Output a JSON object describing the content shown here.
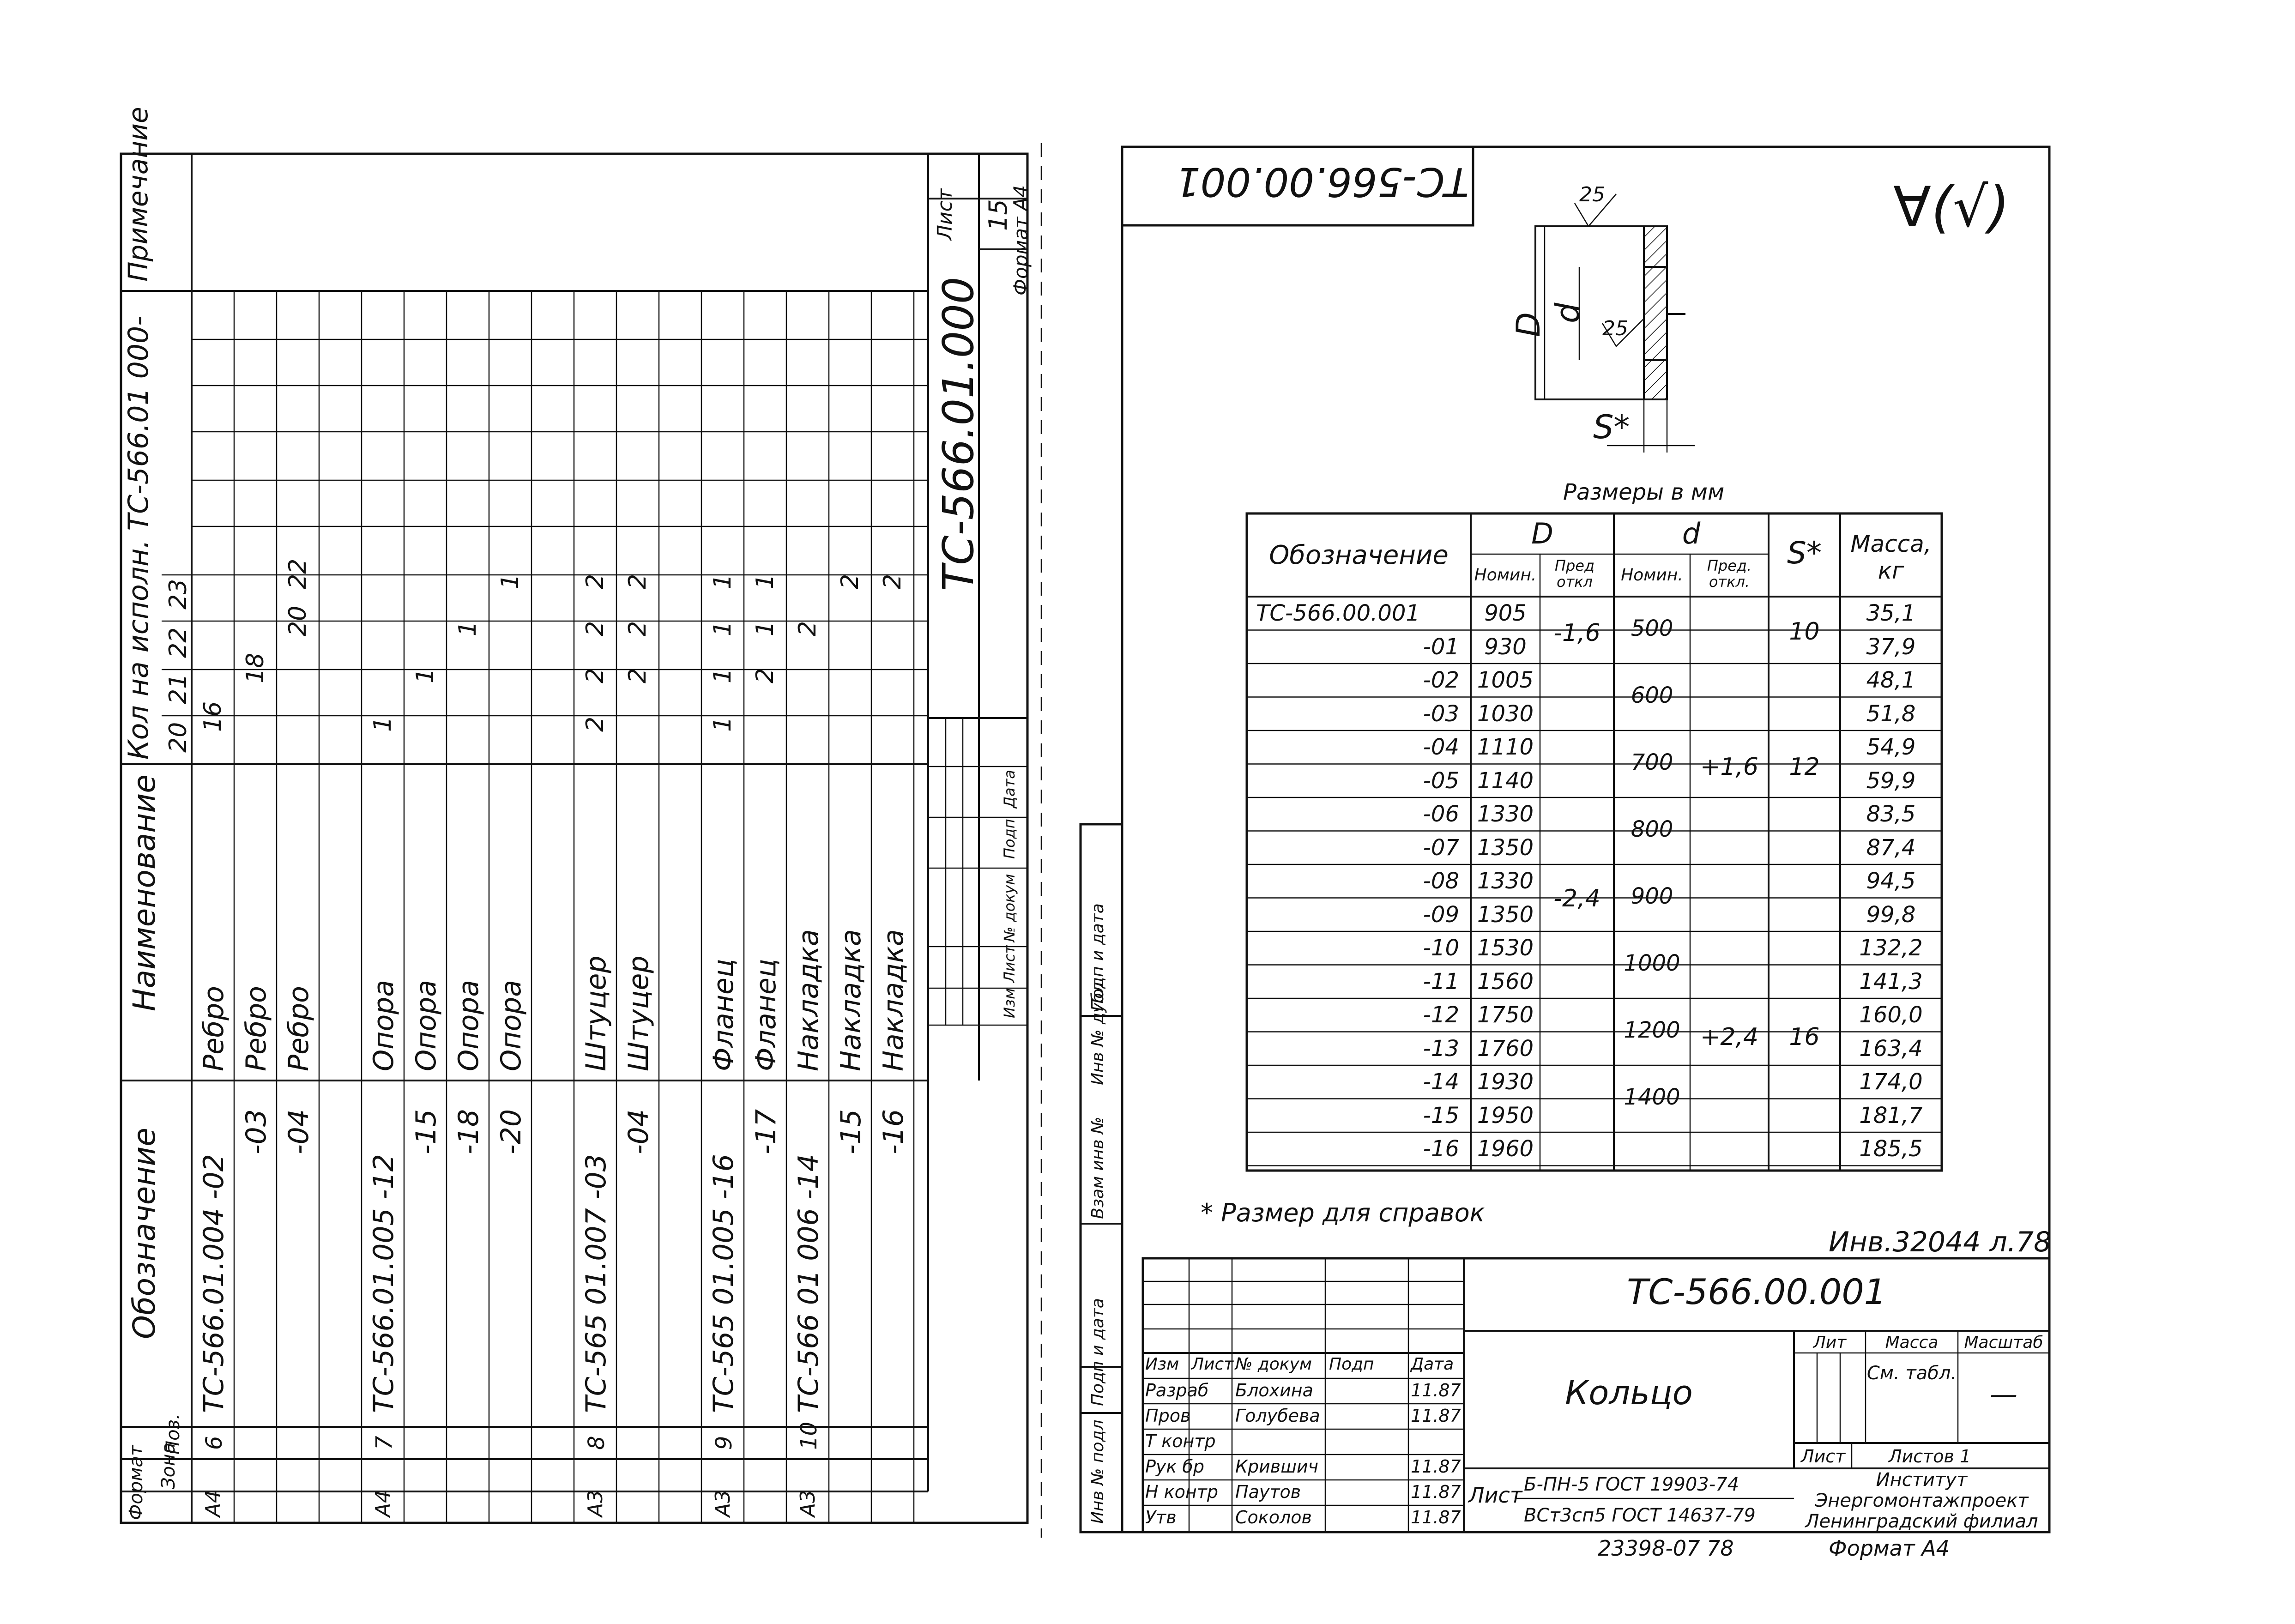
{
  "left": {
    "headers": {
      "format": "Формат",
      "zone": "Зона",
      "pos": "Поз.",
      "designation": "Обозначение",
      "name": "Наименование",
      "qty": "Кол на исполн. ТС-566.01 000-",
      "note": "Примечание"
    },
    "variants": [
      "20",
      "21",
      "22",
      "23"
    ],
    "rows": [
      {
        "fmt": "А4",
        "pos": "6",
        "des": "ТС-566.01.004 -02",
        "name": "Ребро",
        "q": [
          "16",
          "",
          "",
          ""
        ]
      },
      {
        "fmt": "",
        "pos": "",
        "des": "-03",
        "name": "Ребро",
        "q": [
          "",
          "18",
          "",
          ""
        ]
      },
      {
        "fmt": "",
        "pos": "",
        "des": "-04",
        "name": "Ребро",
        "q": [
          "",
          "",
          "20",
          "22"
        ]
      },
      {
        "fmt": "",
        "pos": "",
        "des": "",
        "name": "",
        "q": [
          "",
          "",
          "",
          ""
        ]
      },
      {
        "fmt": "А4",
        "pos": "7",
        "des": "ТС-566.01.005 -12",
        "name": "Опора",
        "q": [
          "1",
          "",
          "",
          ""
        ]
      },
      {
        "fmt": "",
        "pos": "",
        "des": "-15",
        "name": "Опора",
        "q": [
          "",
          "1",
          "",
          ""
        ]
      },
      {
        "fmt": "",
        "pos": "",
        "des": "-18",
        "name": "Опора",
        "q": [
          "",
          "",
          "1",
          ""
        ]
      },
      {
        "fmt": "",
        "pos": "",
        "des": "-20",
        "name": "Опора",
        "q": [
          "",
          "",
          "",
          "1"
        ]
      },
      {
        "fmt": "",
        "pos": "",
        "des": "",
        "name": "",
        "q": [
          "",
          "",
          "",
          ""
        ]
      },
      {
        "fmt": "А3",
        "pos": "8",
        "des": "ТС-565 01.007 -03",
        "name": "Штуцер",
        "q": [
          "2",
          "2",
          "2",
          "2"
        ]
      },
      {
        "fmt": "",
        "pos": "",
        "des": "-04",
        "name": "Штуцер",
        "q": [
          "",
          "2",
          "2",
          "2"
        ]
      },
      {
        "fmt": "",
        "pos": "",
        "des": "",
        "name": "",
        "q": [
          "",
          "",
          "",
          ""
        ]
      },
      {
        "fmt": "А3",
        "pos": "9",
        "des": "ТС-565 01.005 -16",
        "name": "Фланец",
        "q": [
          "1",
          "1",
          "1",
          "1"
        ]
      },
      {
        "fmt": "",
        "pos": "",
        "des": "-17",
        "name": "Фланец",
        "q": [
          "",
          "2",
          "1",
          "1"
        ]
      },
      {
        "fmt": "А3",
        "pos": "10",
        "des": "ТС-566 01 006 -14",
        "name": "Накладка",
        "q": [
          "",
          "",
          "2",
          ""
        ]
      },
      {
        "fmt": "",
        "pos": "",
        "des": "-15",
        "name": "Накладка",
        "q": [
          "",
          "",
          "",
          "2"
        ]
      },
      {
        "fmt": "",
        "pos": "",
        "des": "-16",
        "name": "Накладка",
        "q": [
          "",
          "",
          "",
          "2"
        ]
      }
    ],
    "stamp_code": "ТС-566.01.000",
    "sheet_label": "Лист",
    "sheet_no": "15",
    "format_note": "Формат А4",
    "stamp_cols": [
      "Изм",
      "Лист",
      "№ докум",
      "Подп",
      "Дата"
    ]
  },
  "right": {
    "top_code": "ТС-566.00.001",
    "roughness": "∀(√)",
    "rough_25a": "25",
    "rough_25b": "25",
    "dim_D": "D",
    "dim_d": "d",
    "dim_S": "S*",
    "units_caption": "Размеры в мм",
    "table": {
      "h_designation": "Обозначение",
      "h_D": "D",
      "h_d": "d",
      "h_S": "S*",
      "h_mass": "Масса, кг",
      "h_nom": "Номин.",
      "h_tol": "Пред откл",
      "h_nom2": "Номин.",
      "h_tol2": "Пред. откл.",
      "rows": [
        {
          "des": "ТС-566.00.001",
          "D": "905",
          "m": "35,1"
        },
        {
          "des": "-01",
          "D": "930",
          "m": "37,9"
        },
        {
          "des": "-02",
          "D": "1005",
          "m": "48,1"
        },
        {
          "des": "-03",
          "D": "1030",
          "m": "51,8"
        },
        {
          "des": "-04",
          "D": "1110",
          "m": "54,9"
        },
        {
          "des": "-05",
          "D": "1140",
          "m": "59,9"
        },
        {
          "des": "-06",
          "D": "1330",
          "m": "83,5"
        },
        {
          "des": "-07",
          "D": "1350",
          "m": "87,4"
        },
        {
          "des": "-08",
          "D": "1330",
          "m": "94,5"
        },
        {
          "des": "-09",
          "D": "1350",
          "m": "99,8"
        },
        {
          "des": "-10",
          "D": "1530",
          "m": "132,2"
        },
        {
          "des": "-11",
          "D": "1560",
          "m": "141,3"
        },
        {
          "des": "-12",
          "D": "1750",
          "m": "160,0"
        },
        {
          "des": "-13",
          "D": "1760",
          "m": "163,4"
        },
        {
          "des": "-14",
          "D": "1930",
          "m": "174,0"
        },
        {
          "des": "-15",
          "D": "1950",
          "m": "181,7"
        },
        {
          "des": "-16",
          "D": "1960",
          "m": "185,5"
        }
      ],
      "tolD_1": "-1,6",
      "tolD_2": "-2,4",
      "d_vals": [
        "500",
        "600",
        "700",
        "800",
        "900",
        "1000",
        "1200",
        "1400"
      ],
      "told_1": "+1,6",
      "told_2": "+2,4",
      "s_vals": [
        "10",
        "12",
        "16"
      ]
    },
    "footnote": "* Размер для справок",
    "reg_no": "Инв.32044 л.78",
    "left_strip": [
      "Инв № подл",
      "Подп и дата",
      "Взам инв №",
      "Инв № дубл",
      "Подп и дата"
    ],
    "stamp": {
      "code": "ТС-566.00.001",
      "title": "Кольцо",
      "lit": "Лит",
      "mass": "Масса",
      "scale": "Масштаб",
      "mass_val": "См. табл.",
      "scale_val": "—",
      "sheet": "Лист",
      "sheets": "Листов 1",
      "material_prefix": "Лист",
      "material_top": "Б-ПН-5 ГОСТ 19903-74",
      "material_bottom": "ВСт3сп5 ГОСТ 14637-79",
      "org": [
        "Институт",
        "Энергомонтажпроект",
        "Ленинградский филиал"
      ],
      "col_heads": [
        "Изм",
        "Лист",
        "№ докум",
        "Подп",
        "Дата"
      ],
      "people": [
        {
          "role": "Разраб",
          "name": "Блохина",
          "date": "11.87"
        },
        {
          "role": "Пров",
          "name": "Голубева",
          "date": "11.87"
        },
        {
          "role": "Т контр",
          "name": "",
          "date": ""
        },
        {
          "role": "Рук бр",
          "name": "Крившич",
          "date": "11.87"
        },
        {
          "role": "Н контр",
          "name": "Паутов",
          "date": "11.87"
        },
        {
          "role": "Утв",
          "name": "Соколов",
          "date": "11.87"
        }
      ],
      "bottom_no": "23398-07 78",
      "bottom_format": "Формат А4"
    }
  }
}
